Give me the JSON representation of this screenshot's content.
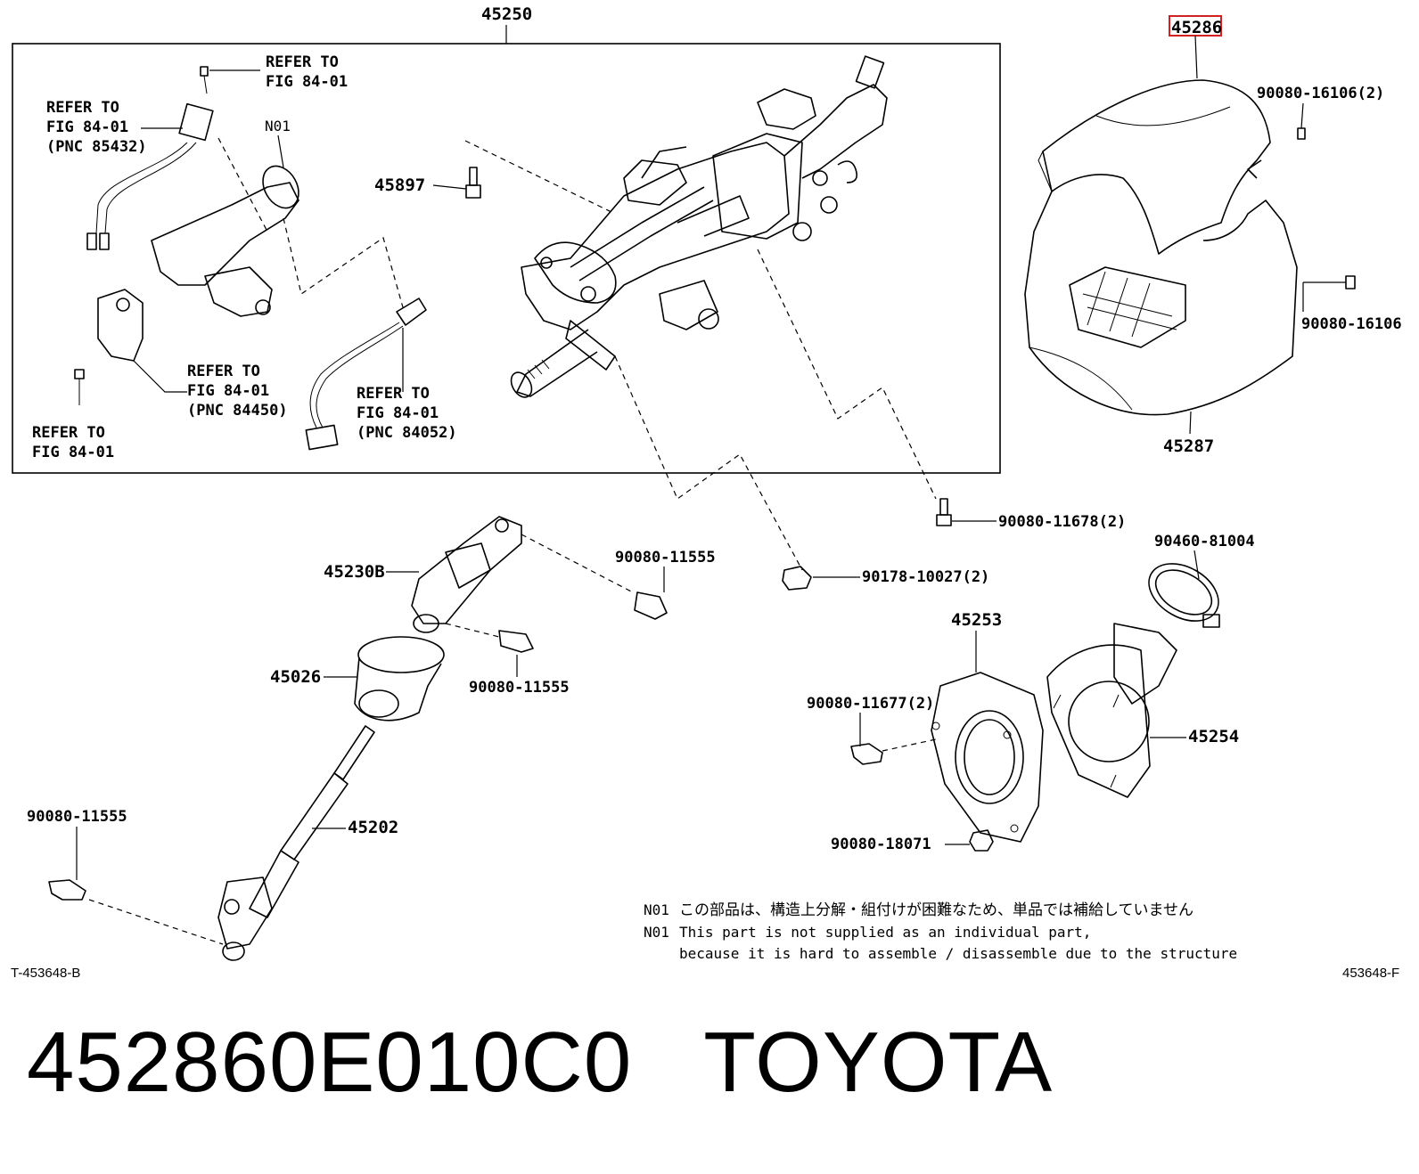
{
  "callouts": {
    "p45250": "45250",
    "p45286": "45286",
    "p45897": "45897",
    "p45230b": "45230B",
    "p45026": "45026",
    "p45202": "45202",
    "p45287": "45287",
    "p45253": "45253",
    "p45254": "45254",
    "n01": "N01",
    "b16106_2": "90080-16106(2)",
    "b16106": "90080-16106",
    "b11678_2": "90080-11678(2)",
    "n10027_2": "90178-10027(2)",
    "c81004": "90460-81004",
    "b11555_a": "90080-11555",
    "b11555_b": "90080-11555",
    "b11555_c": "90080-11555",
    "b11677_2": "90080-11677(2)",
    "n18071": "90080-18071"
  },
  "refs": {
    "r1": {
      "l1": "REFER TO",
      "l2": "FIG 84-01"
    },
    "r2": {
      "l1": "REFER TO",
      "l2": "FIG 84-01",
      "l3": "(PNC 85432)"
    },
    "r3": {
      "l1": "REFER TO",
      "l2": "FIG 84-01",
      "l3": "(PNC 84450)"
    },
    "r4": {
      "l1": "REFER TO",
      "l2": "FIG 84-01",
      "l3": "(PNC 84052)"
    },
    "r5": {
      "l1": "REFER TO",
      "l2": "FIG 84-01"
    }
  },
  "notes": {
    "tag1": "N01",
    "jp": "この部品は、構造上分解・組付けが困難なため、単品では補給していません",
    "tag2": "N01",
    "en1": "This part is not supplied as an individual part,",
    "en2": "because it is hard to assemble / disassemble due to the structure"
  },
  "codes": {
    "left": "T-453648-B",
    "right": "453648-F"
  },
  "footer": {
    "part_number": "452860E010C0",
    "brand": "TOYOTA"
  }
}
